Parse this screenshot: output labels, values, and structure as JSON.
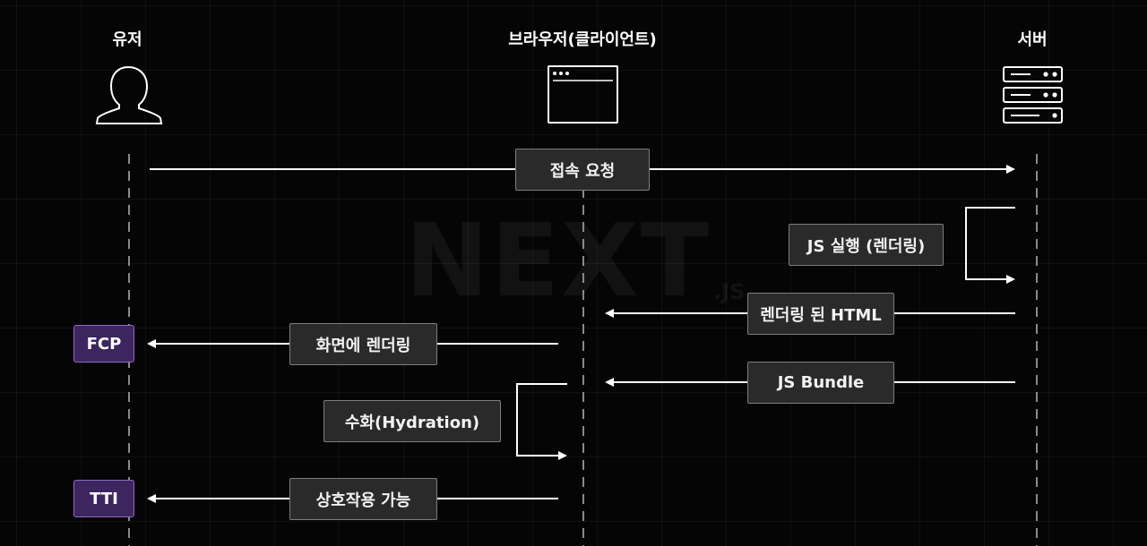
{
  "actors": {
    "user": {
      "label": "유저",
      "icon": "user-icon"
    },
    "browser": {
      "label": "브라우저(클라이언트)",
      "icon": "browser-window-icon"
    },
    "server": {
      "label": "서버",
      "icon": "server-rack-icon"
    }
  },
  "watermark": {
    "text": "NEXT",
    "sub": ".JS"
  },
  "messages": {
    "connect": "접속 요청",
    "js_exec": "JS 실행 (렌더링)",
    "rendered_html": "렌더링 된 HTML",
    "screen_render": "화면에 렌더링",
    "js_bundle": "JS Bundle",
    "hydration": "수화(Hydration)",
    "interactive": "상호작용 가능"
  },
  "milestones": {
    "fcp": "FCP",
    "tti": "TTI"
  },
  "colors": {
    "background": "#050505",
    "line": "#ffffff",
    "lifeline": "#8a8a8a",
    "label_box": "#2a2a2a",
    "milestone_fill": "#3d2660",
    "milestone_border": "#8a6bc4"
  }
}
